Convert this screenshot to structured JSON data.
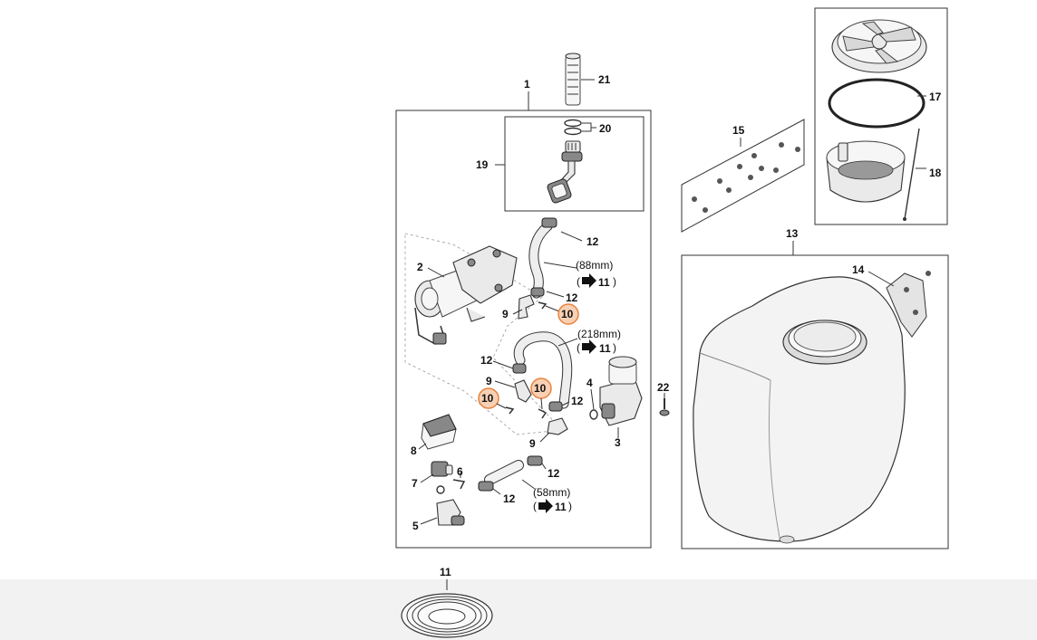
{
  "callouts": {
    "p1": "1",
    "p2": "2",
    "p3": "3",
    "p4": "4",
    "p5": "5",
    "p6": "6",
    "p7": "7",
    "p8": "8",
    "p9a": "9",
    "p9b": "9",
    "p9c": "9",
    "p10a": "10",
    "p10b": "10",
    "p10c": "10",
    "p11": "11",
    "p12a": "12",
    "p12b": "12",
    "p12c": "12",
    "p12d": "12",
    "p12e": "12",
    "p12f": "12",
    "p13": "13",
    "p14": "14",
    "p15": "15",
    "p17": "17",
    "p18": "18",
    "p19": "19",
    "p20": "20",
    "p21": "21",
    "p22": "22"
  },
  "hose_notes": {
    "hose_88": {
      "length": "(88mm)",
      "open": "(",
      "ref": "11",
      "close": ")"
    },
    "hose_218": {
      "length": "(218mm)",
      "open": "(",
      "ref": "11",
      "close": ")"
    },
    "hose_58": {
      "length": "(58mm)",
      "open": "(",
      "ref": "11",
      "close": ")"
    }
  },
  "colors": {
    "highlight_fill": "#f8d1b4",
    "highlight_stroke": "#e8823e",
    "line": "#333333"
  }
}
